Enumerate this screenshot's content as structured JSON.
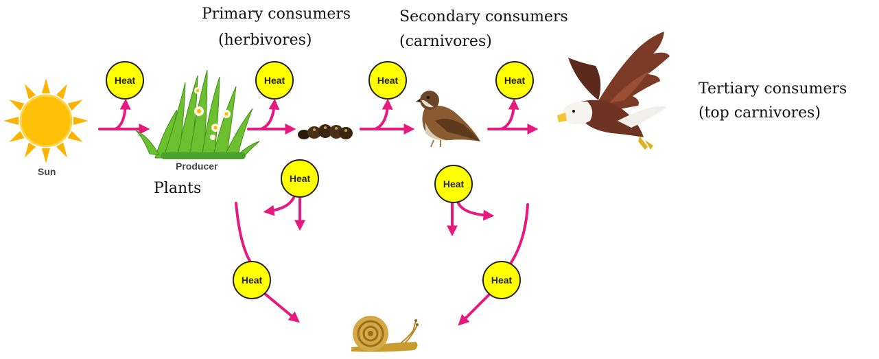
{
  "labels": {
    "sun": "Sun",
    "producer": "Producer",
    "plants": "Plants",
    "primary_line1": "Primary consumers",
    "primary_line2": "(herbivores)",
    "secondary_line1": "Secondary consumers",
    "secondary_line2": "(carnivores)",
    "tertiary_line1": "Tertiary consumers",
    "tertiary_line2": "(top carnivores)"
  },
  "heat_label": "Heat",
  "colors": {
    "arrow": "#e6197f",
    "heat_fill": "#ffff00",
    "heat_stroke": "#222222",
    "sun": "#ffc107",
    "sun_rays": "#ffb300"
  },
  "icons": {
    "sun": "sun-icon",
    "plants": "grass-plant-icon",
    "caterpillar": "caterpillar-icon",
    "sparrow": "sparrow-icon",
    "eagle": "eagle-icon",
    "snail": "snail-icon"
  }
}
